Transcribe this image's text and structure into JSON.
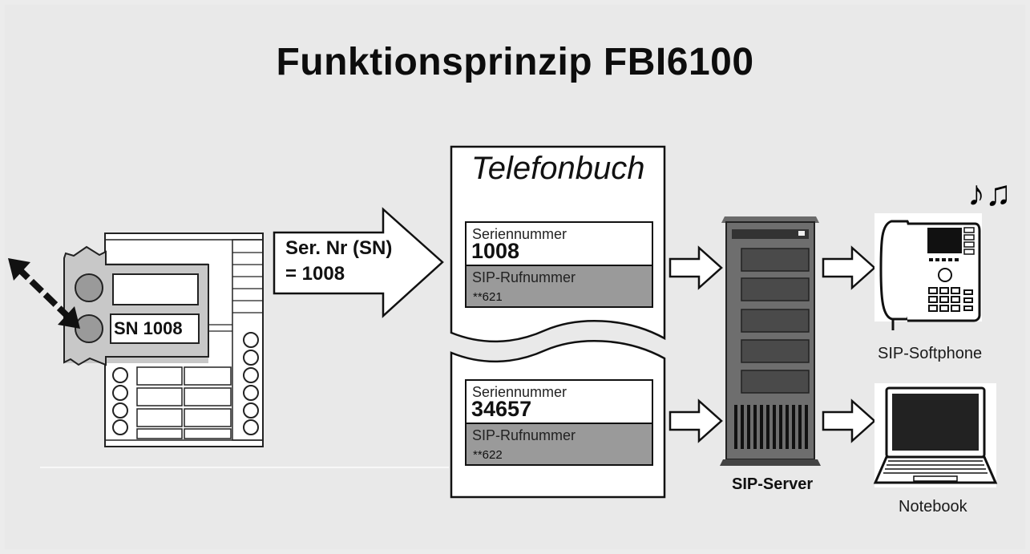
{
  "title": "Funktionsprinzip FBI6100",
  "arrow_label": {
    "line1": "Ser. Nr (SN)",
    "line2": "= 1008"
  },
  "panel": {
    "sn_label": "SN 1008"
  },
  "phonebook": {
    "title": "Telefonbuch",
    "entries": [
      {
        "serial_label": "Seriennummer",
        "serial": "1008",
        "sip_label": "SIP-Rufnummer",
        "sip": "**621"
      },
      {
        "serial_label": "Seriennummer",
        "serial": "34657",
        "sip_label": "SIP-Rufnummer",
        "sip": "**622"
      }
    ]
  },
  "server": {
    "label": "SIP-Server"
  },
  "devices": {
    "softphone": "SIP-Softphone",
    "notebook": "Notebook"
  },
  "icons": [
    "double-arrow-icon",
    "door-panel-icon",
    "big-arrow-icon",
    "server-icon",
    "phone-icon",
    "laptop-icon",
    "music-notes-icon"
  ],
  "colors": {
    "background": "#e9e9e9",
    "sip_band": "#9a9a9a",
    "panel_highlight": "#c8c8c8"
  }
}
